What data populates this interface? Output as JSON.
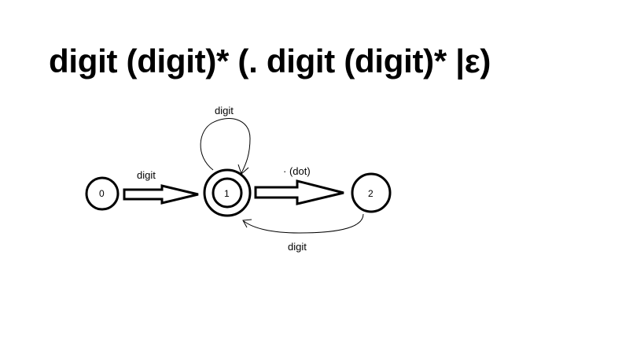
{
  "title": "digit (digit)* (. digit (digit)* |ε)",
  "states": [
    "0",
    "1",
    "2"
  ],
  "transitions": {
    "t01": "digit",
    "t11": "digit",
    "t12": "· (dot)",
    "t21": "digit"
  },
  "accepting_states": [
    "1"
  ],
  "colors": {
    "stroke": "#000000",
    "background": "#ffffff"
  }
}
